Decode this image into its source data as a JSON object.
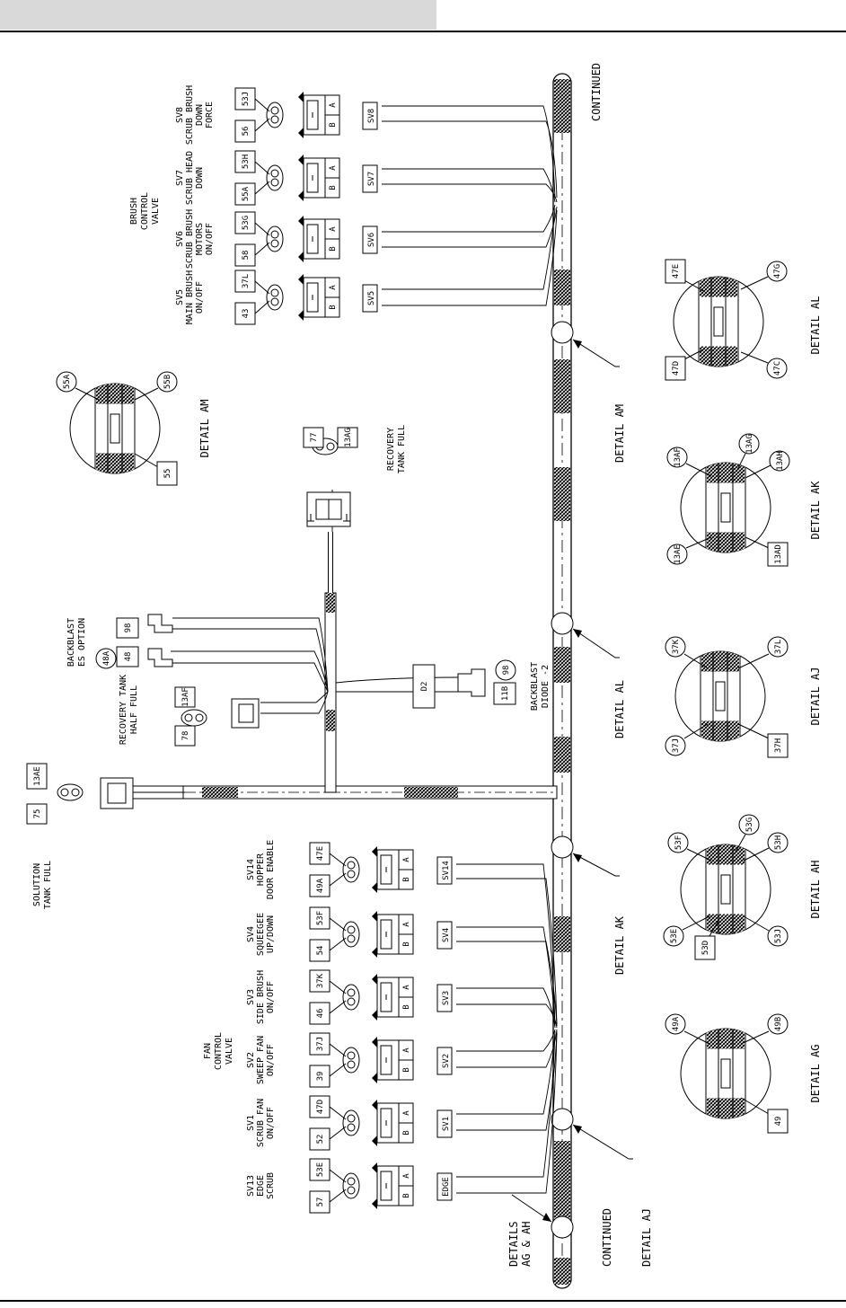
{
  "header": {
    "bar_color": "#d9d9d9"
  },
  "trunk": {
    "continued_top": "CONTINUED",
    "continued_bottom": "CONTINUED"
  },
  "callouts": {
    "am": "DETAIL  AM",
    "al": "DETAIL  AL",
    "ak": "DETAIL  AK",
    "aj": "DETAIL  AJ",
    "agah": [
      "DETAILS",
      "AG & AH"
    ]
  },
  "brush_valve": {
    "title": [
      "BRUSH",
      "CONTROL",
      "VALVE"
    ],
    "valves": [
      {
        "id": "SV8",
        "lines": [
          "SV8",
          "SCRUB BRUSH",
          "DOWN",
          "FORCE"
        ],
        "wire_a": "56",
        "wire_b": "53J"
      },
      {
        "id": "SV7",
        "lines": [
          "SV7",
          "SCRUB HEAD",
          "DOWN"
        ],
        "wire_a": "55A",
        "wire_b": "53H"
      },
      {
        "id": "SV6",
        "lines": [
          "SV6",
          "SCRUB BRUSH",
          "MOTORS",
          "ON/OFF"
        ],
        "wire_a": "58",
        "wire_b": "53G"
      },
      {
        "id": "SV5",
        "lines": [
          "SV5",
          "MAIN BRUSH",
          "ON/OFF"
        ],
        "wire_a": "43",
        "wire_b": "37L"
      }
    ]
  },
  "fan_valve": {
    "title": [
      "FAN",
      "CONTROL",
      "VALVE"
    ],
    "valves": [
      {
        "id": "SV14",
        "lines": [
          "SV14",
          "HOPPER",
          "DOOR ENABLE"
        ],
        "wire_a": "49A",
        "wire_b": "47E"
      },
      {
        "id": "SV4",
        "lines": [
          "SV4",
          "SQUEEGEE",
          "UP/DOWN"
        ],
        "wire_a": "54",
        "wire_b": "53F"
      },
      {
        "id": "SV3",
        "lines": [
          "SV3",
          "SIDE BRUSH",
          "ON/OFF"
        ],
        "wire_a": "46",
        "wire_b": "37K"
      },
      {
        "id": "SV2",
        "lines": [
          "SV2",
          "SWEEP FAN",
          "ON/OFF"
        ],
        "wire_a": "39",
        "wire_b": "37J"
      },
      {
        "id": "SV1",
        "lines": [
          "SV1",
          "SCRUB FAN",
          "ON/OFF"
        ],
        "wire_a": "52",
        "wire_b": "47D"
      },
      {
        "id": "EDGE",
        "lines": [
          "SV13",
          "EDGE",
          "SCRUB"
        ],
        "wire_a": "57",
        "wire_b": "53E"
      }
    ],
    "pin_a": "A",
    "pin_b": "B"
  },
  "recovery_full": {
    "lines": [
      "RECOVERY",
      "TANK FULL"
    ],
    "wire_a": "77",
    "wire_b": "13AG"
  },
  "recovery_half": {
    "lines": [
      "RECOVERY TANK",
      "HALF FULL"
    ],
    "wire_a": "78",
    "wire_b": "13AF"
  },
  "solution_full": {
    "lines": [
      "SOLUTION",
      "TANK FULL"
    ],
    "wire_a": "75",
    "wire_b": "13AE"
  },
  "backblast_opt": {
    "lines": [
      "BACKBLAST",
      "ES OPTION"
    ],
    "wire_1": "48",
    "wire_1b": "48A",
    "wire_2": "98"
  },
  "diode": {
    "lines": [
      "BACKBLAST",
      "DIODE -2"
    ],
    "box": "D2",
    "wire": "11B",
    "circle": "98"
  },
  "details": {
    "am": {
      "title": "DETAIL  AM",
      "labels": [
        "55A",
        "55B",
        "55"
      ]
    },
    "al": {
      "title": "DETAIL  AL",
      "labels": [
        "47E",
        "47G",
        "47D",
        "47C"
      ]
    },
    "ak": {
      "title": "DETAIL  AK",
      "labels": [
        "13AF",
        "13AG",
        "13AH",
        "13AE",
        "13AD"
      ]
    },
    "aj": {
      "title": "DETAIL  AJ",
      "labels": [
        "37K",
        "37L",
        "37J",
        "37H"
      ]
    },
    "ah": {
      "title": "DETAIL  AH",
      "labels": [
        "53F",
        "53G",
        "53H",
        "53E",
        "53D",
        "53J"
      ]
    },
    "ag": {
      "title": "DETAIL  AG",
      "labels": [
        "49A",
        "49B",
        "49"
      ]
    }
  }
}
